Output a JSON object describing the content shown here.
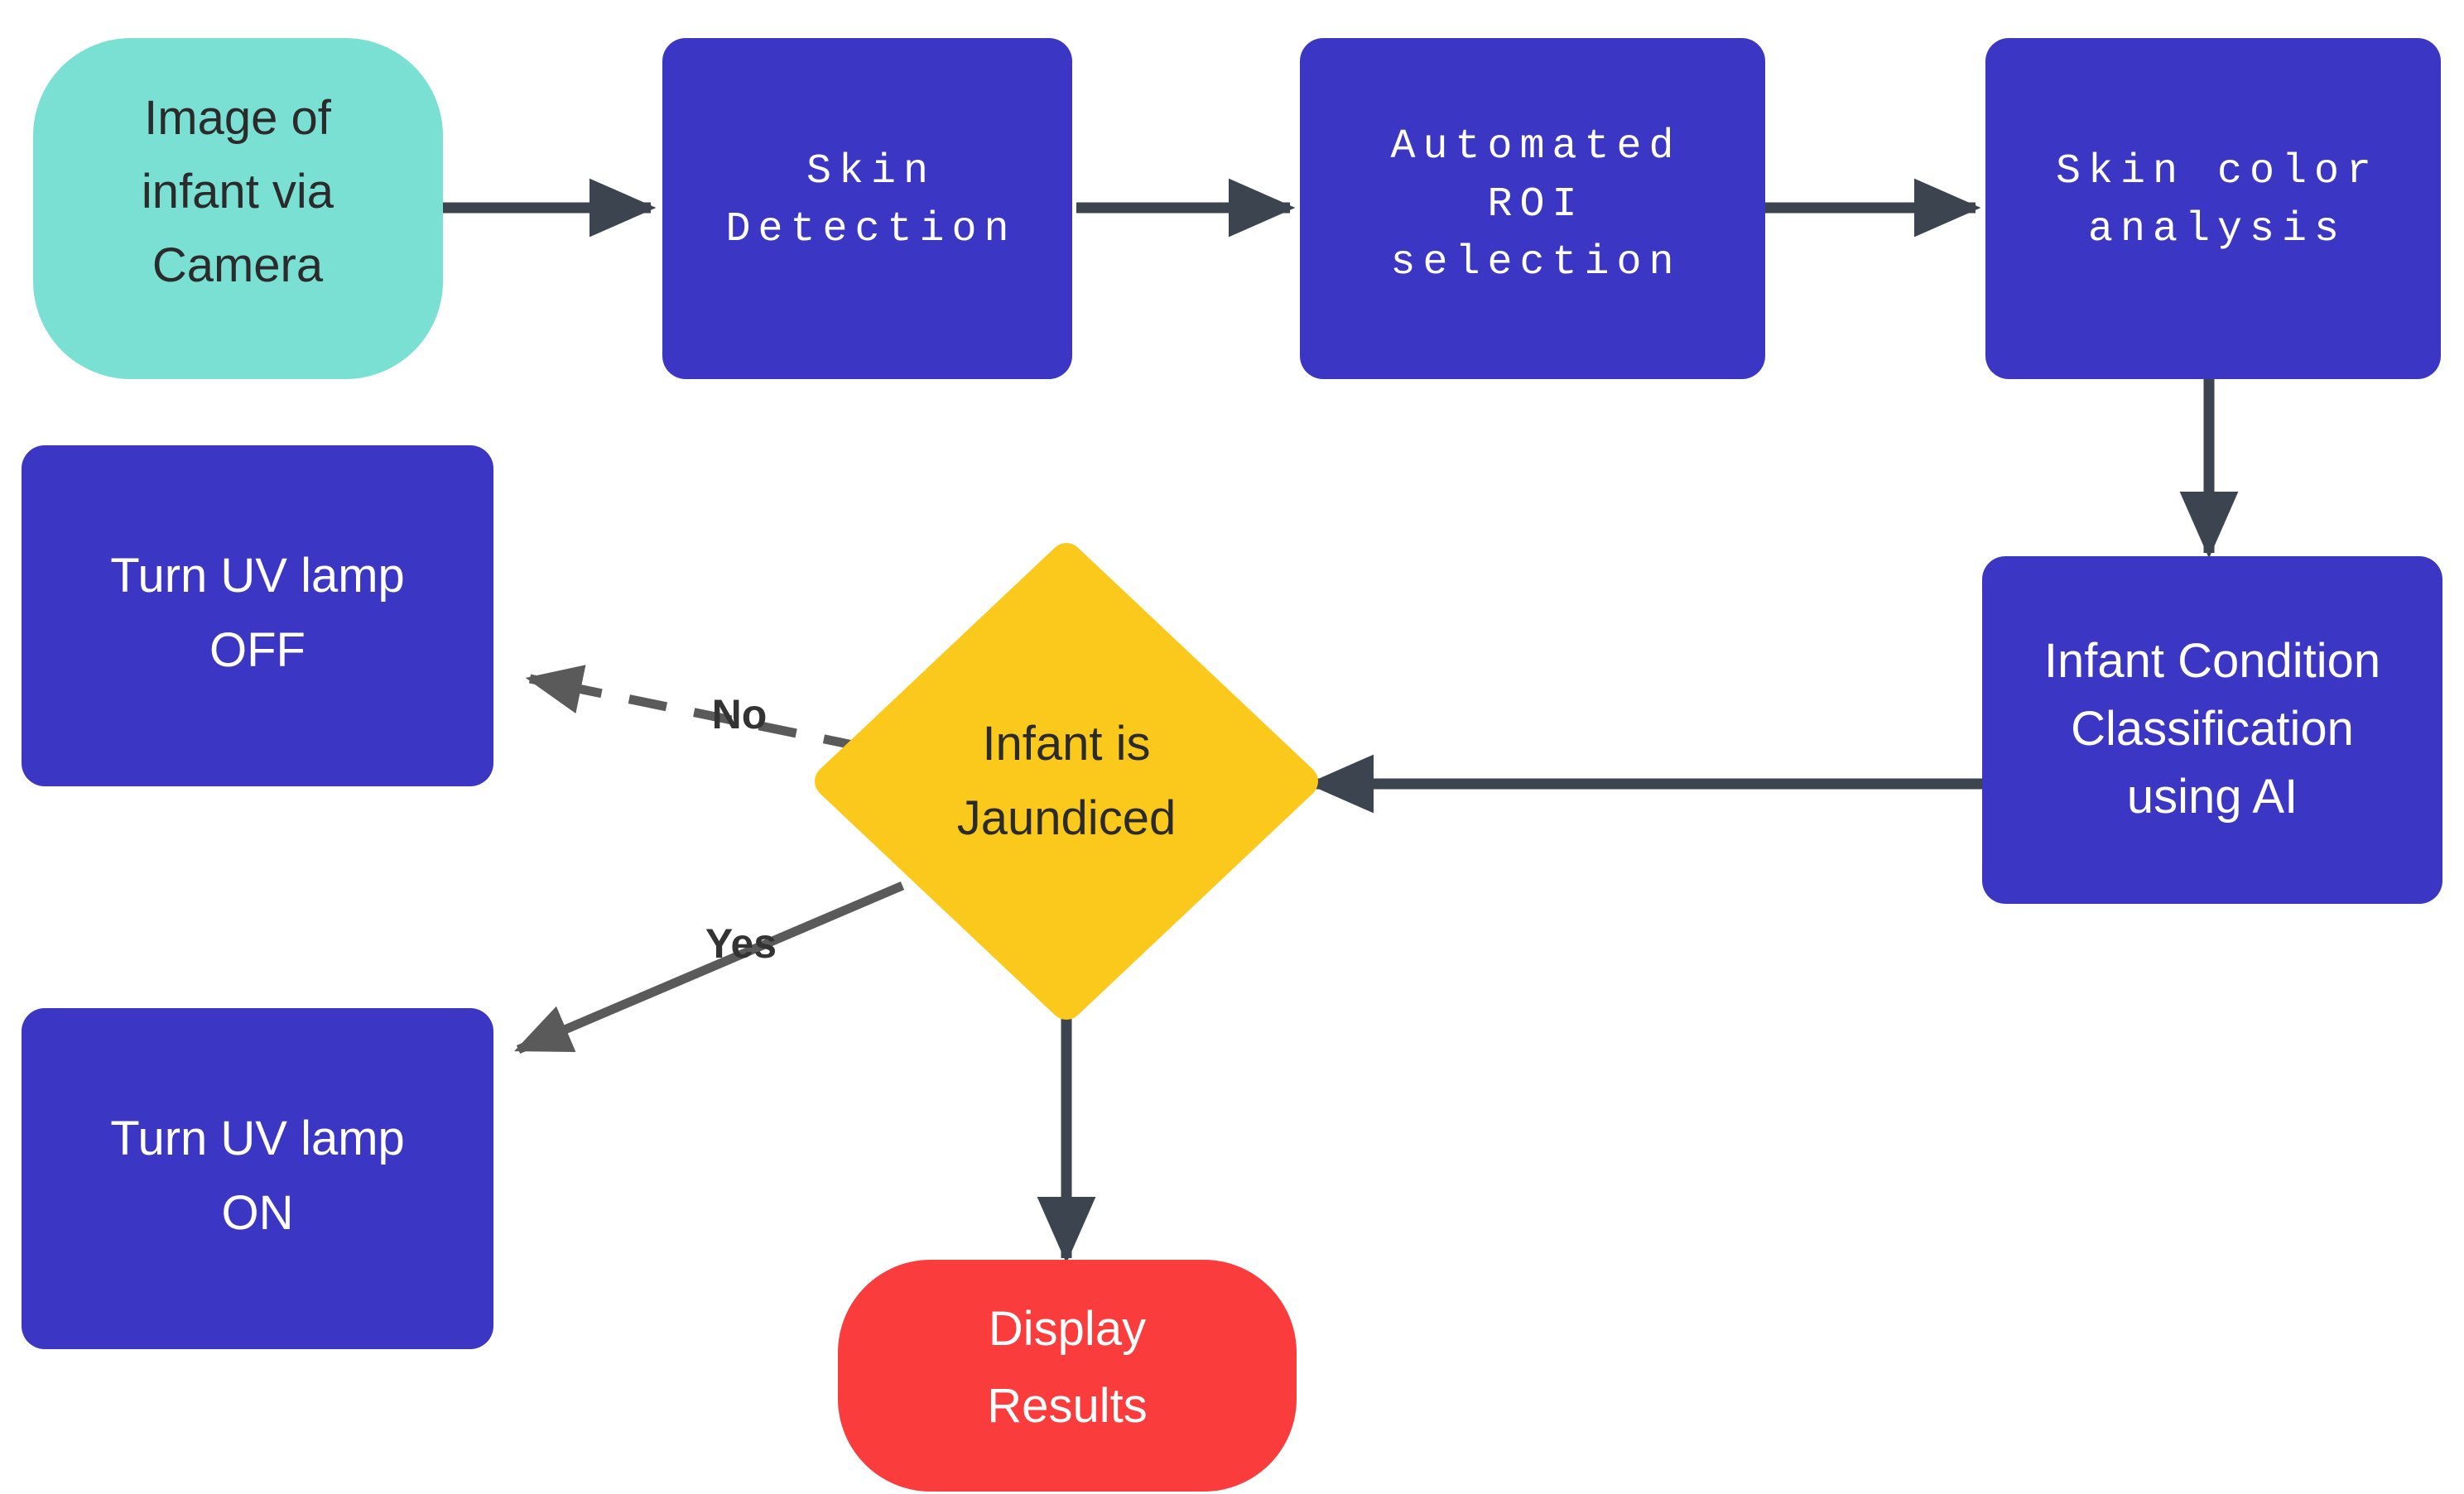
{
  "diagram": {
    "title": "Infant Jaundice Detection and UV Lamp Control Flowchart",
    "background": "#ffffff",
    "colors": {
      "start_node": "#7ae0d3",
      "process_node": "#3b37c4",
      "decision_node": "#fbc91b",
      "terminal_node": "#fa3c3c",
      "edge_dark": "#3c4450",
      "edge_gray": "#5a5a5a",
      "text_dark": "#2b2b2b",
      "text_light": "#ffffff"
    }
  },
  "nodes": [
    {
      "id": "image-capture",
      "label": "Image of\ninfant via\nCamera",
      "lines": [
        "Image of",
        "infant via",
        "Camera"
      ],
      "shape": "stadium",
      "fill": "#7ae0d3",
      "text_color": "#2b2b2b",
      "font": "sans"
    },
    {
      "id": "skin-detection",
      "label": "Skin\nDetection",
      "lines": [
        "Skin",
        "Detection"
      ],
      "shape": "rounded-rect",
      "fill": "#3b37c4",
      "text_color": "#ffffff",
      "font": "mono"
    },
    {
      "id": "roi-selection",
      "label": "Automated\nROI\nselection",
      "lines": [
        "Automated",
        "ROI",
        "selection"
      ],
      "shape": "rounded-rect",
      "fill": "#3b37c4",
      "text_color": "#ffffff",
      "font": "mono"
    },
    {
      "id": "skin-color-analysis",
      "label": "Skin color\nanalysis",
      "lines": [
        "Skin color",
        "analysis"
      ],
      "shape": "rounded-rect",
      "fill": "#3b37c4",
      "text_color": "#ffffff",
      "font": "mono"
    },
    {
      "id": "infant-condition-classification",
      "label": "Infant Condition\nClassification\nusing AI",
      "lines": [
        "Infant Condition",
        "Classification",
        "using AI"
      ],
      "shape": "rounded-rect",
      "fill": "#3b37c4",
      "text_color": "#ffffff",
      "font": "sans"
    },
    {
      "id": "infant-is-jaundiced",
      "label": "Infant is\nJaundiced",
      "lines": [
        "Infant is",
        "Jaundiced"
      ],
      "shape": "diamond",
      "fill": "#fbc91b",
      "text_color": "#2b2b2b",
      "font": "sans"
    },
    {
      "id": "uv-lamp-off",
      "label": "Turn UV lamp\nOFF",
      "lines": [
        "Turn UV lamp",
        "OFF"
      ],
      "shape": "rounded-rect",
      "fill": "#3b37c4",
      "text_color": "#ffffff",
      "font": "sans"
    },
    {
      "id": "uv-lamp-on",
      "label": "Turn UV lamp\nON",
      "lines": [
        "Turn UV lamp",
        "ON"
      ],
      "shape": "rounded-rect",
      "fill": "#3b37c4",
      "text_color": "#ffffff",
      "font": "sans"
    },
    {
      "id": "display-results",
      "label": "Display\nResults",
      "lines": [
        "Display",
        "Results"
      ],
      "shape": "stadium",
      "fill": "#fa3c3c",
      "text_color": "#ffffff",
      "font": "sans"
    }
  ],
  "node_text": {
    "image_capture_l1": "Image of",
    "image_capture_l2": "infant via",
    "image_capture_l3": "Camera",
    "skin_detection_l1": "Skin",
    "skin_detection_l2": "Detection",
    "roi_l1": "Automated",
    "roi_l2": "ROI",
    "roi_l3": "selection",
    "skin_color_l1": "Skin color",
    "skin_color_l2": "analysis",
    "classification_l1": "Infant Condition",
    "classification_l2": "Classification",
    "classification_l3": "using AI",
    "decision_l1": "Infant is",
    "decision_l2": "Jaundiced",
    "lamp_off_l1": "Turn UV lamp",
    "lamp_off_l2": "OFF",
    "lamp_on_l1": "Turn UV lamp",
    "lamp_on_l2": "ON",
    "results_l1": "Display",
    "results_l2": "Results"
  },
  "edges": [
    {
      "id": "e1",
      "from": "image-capture",
      "to": "skin-detection",
      "label": "",
      "style": "solid",
      "direction": "right"
    },
    {
      "id": "e2",
      "from": "skin-detection",
      "to": "roi-selection",
      "label": "",
      "style": "solid",
      "direction": "right"
    },
    {
      "id": "e3",
      "from": "roi-selection",
      "to": "skin-color-analysis",
      "label": "",
      "style": "solid",
      "direction": "right"
    },
    {
      "id": "e4",
      "from": "skin-color-analysis",
      "to": "infant-condition-classification",
      "label": "",
      "style": "solid",
      "direction": "down"
    },
    {
      "id": "e5",
      "from": "infant-condition-classification",
      "to": "infant-is-jaundiced",
      "label": "",
      "style": "solid",
      "direction": "left"
    },
    {
      "id": "e6",
      "from": "infant-is-jaundiced",
      "to": "uv-lamp-off",
      "label": "No",
      "style": "dashed",
      "direction": "up-left"
    },
    {
      "id": "e7",
      "from": "infant-is-jaundiced",
      "to": "uv-lamp-on",
      "label": "Yes",
      "style": "solid",
      "direction": "down-left"
    },
    {
      "id": "e8",
      "from": "infant-is-jaundiced",
      "to": "display-results",
      "label": "",
      "style": "solid",
      "direction": "down"
    }
  ],
  "edge_labels": {
    "no": "No",
    "yes": "Yes"
  }
}
